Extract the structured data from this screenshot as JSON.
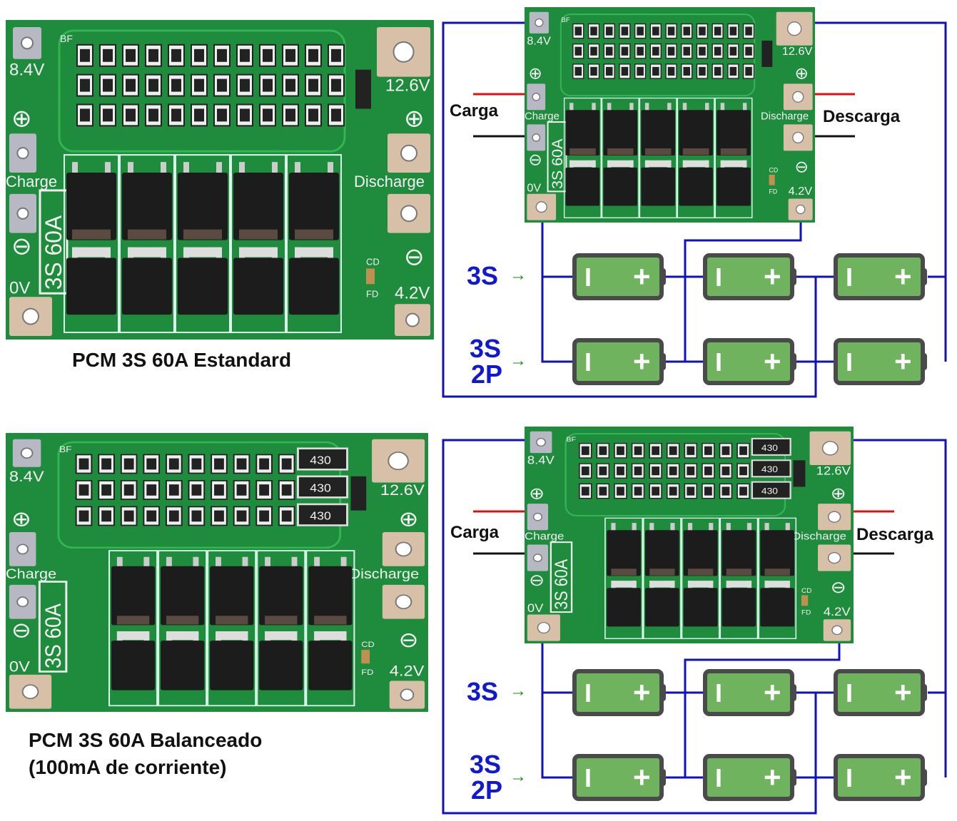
{
  "boards": {
    "standard": {
      "caption": "PCM 3S 60A Estandard"
    },
    "balanced": {
      "caption_line1": "PCM 3S 60A Balanceado",
      "caption_line2": "(100mA de corriente)"
    }
  },
  "pcb_labels": {
    "v84": "8.4V",
    "v126": "12.6V",
    "charge": "Charge",
    "discharge": "Discharge",
    "v0": "0V",
    "v42": "4.2V",
    "model": "3S 60A",
    "cd": "CD",
    "fd": "FD",
    "plus": "⊕",
    "minus": "⊖",
    "resistor": "430",
    "bf": "BF"
  },
  "wiring": {
    "charge_label": "Carga",
    "discharge_label": "Descarga",
    "config_3s": "3S",
    "config_3s2p_line1": "3S",
    "config_3s2p_line2": "2P",
    "battery_minus": "I",
    "battery_plus": "+"
  },
  "colors": {
    "pcb_green": "#1e8c3c",
    "wire_blue": "#1010c0",
    "battery_green": "#6fb35f",
    "battery_border": "#4a4a4a",
    "positive_red": "#e01010",
    "negative_black": "#111111",
    "config_blue": "#1018d0",
    "arrow_green": "#1a8a1a"
  }
}
